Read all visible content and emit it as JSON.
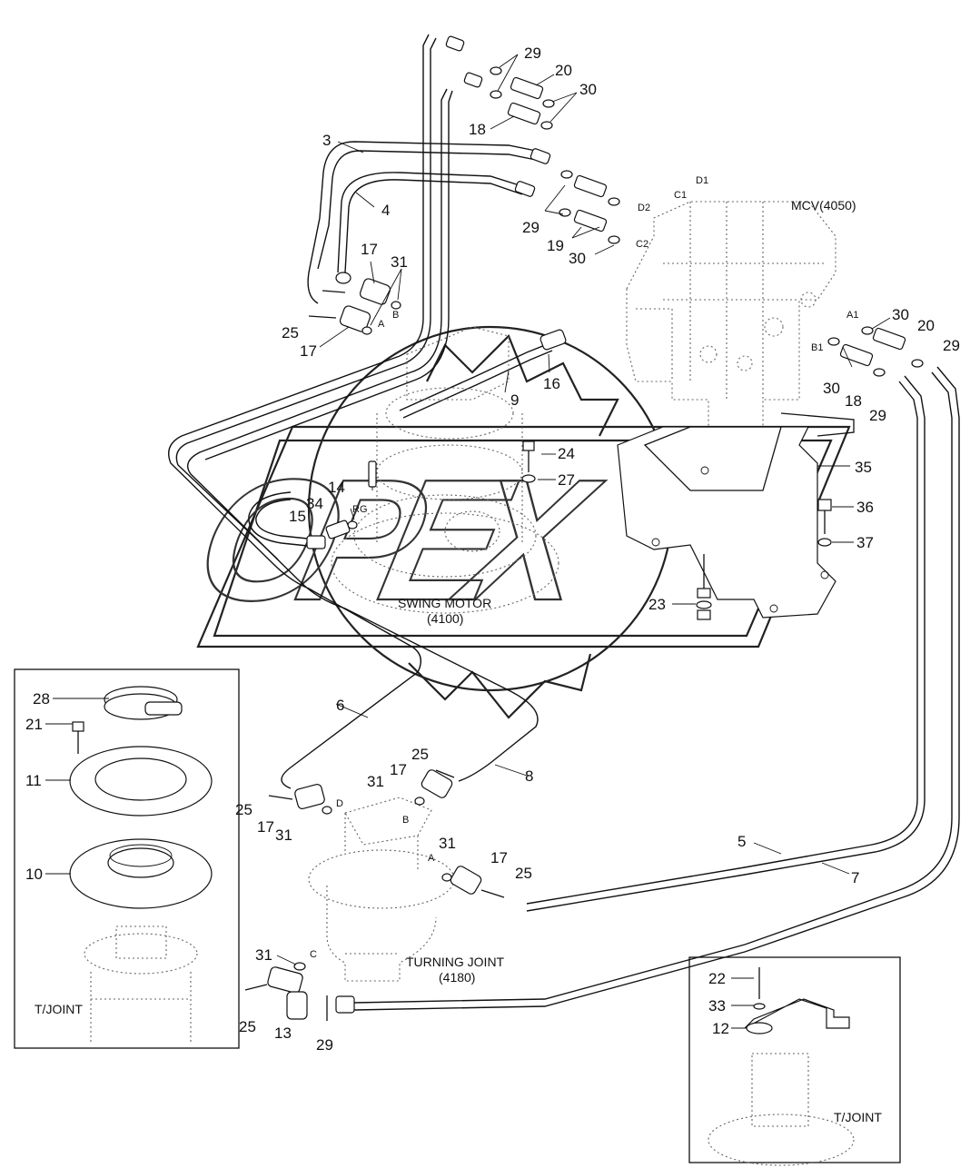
{
  "callouts": [
    {
      "id": "c29a",
      "text": "29"
    },
    {
      "id": "c20a",
      "text": "20"
    },
    {
      "id": "c30a",
      "text": "30"
    },
    {
      "id": "c18a",
      "text": "18"
    },
    {
      "id": "c3",
      "text": "3"
    },
    {
      "id": "c4",
      "text": "4"
    },
    {
      "id": "c29b",
      "text": "29"
    },
    {
      "id": "c19",
      "text": "19"
    },
    {
      "id": "c30b",
      "text": "30"
    },
    {
      "id": "c17a",
      "text": "17"
    },
    {
      "id": "c31a",
      "text": "31"
    },
    {
      "id": "c25a",
      "text": "25"
    },
    {
      "id": "c17b",
      "text": "17"
    },
    {
      "id": "c16",
      "text": "16"
    },
    {
      "id": "c9",
      "text": "9"
    },
    {
      "id": "c30c",
      "text": "30"
    },
    {
      "id": "c20b",
      "text": "20"
    },
    {
      "id": "c29c",
      "text": "29"
    },
    {
      "id": "c30d",
      "text": "30"
    },
    {
      "id": "c18b",
      "text": "18"
    },
    {
      "id": "c29d",
      "text": "29"
    },
    {
      "id": "c24",
      "text": "24"
    },
    {
      "id": "c27",
      "text": "27"
    },
    {
      "id": "c35",
      "text": "35"
    },
    {
      "id": "c14",
      "text": "14"
    },
    {
      "id": "c34",
      "text": "34"
    },
    {
      "id": "c15",
      "text": "15"
    },
    {
      "id": "c36",
      "text": "36"
    },
    {
      "id": "c37",
      "text": "37"
    },
    {
      "id": "c23",
      "text": "23"
    },
    {
      "id": "c28",
      "text": "28"
    },
    {
      "id": "c21a",
      "text": "21"
    },
    {
      "id": "c11",
      "text": "11"
    },
    {
      "id": "c10",
      "text": "10"
    },
    {
      "id": "c6",
      "text": "6"
    },
    {
      "id": "c25b",
      "text": "25"
    },
    {
      "id": "c17c",
      "text": "17"
    },
    {
      "id": "c31b",
      "text": "31"
    },
    {
      "id": "c8",
      "text": "8"
    },
    {
      "id": "c25c",
      "text": "25"
    },
    {
      "id": "c17d",
      "text": "17"
    },
    {
      "id": "c31c",
      "text": "31"
    },
    {
      "id": "c31d",
      "text": "31"
    },
    {
      "id": "c17e",
      "text": "17"
    },
    {
      "id": "c25d",
      "text": "25"
    },
    {
      "id": "c5",
      "text": "5"
    },
    {
      "id": "c7",
      "text": "7"
    },
    {
      "id": "c31e",
      "text": "31"
    },
    {
      "id": "c25e",
      "text": "25"
    },
    {
      "id": "c13",
      "text": "13"
    },
    {
      "id": "c29e",
      "text": "29"
    },
    {
      "id": "c22",
      "text": "22"
    },
    {
      "id": "c33",
      "text": "33"
    },
    {
      "id": "c12",
      "text": "12"
    }
  ],
  "port_labels": [
    {
      "id": "pD1",
      "text": "D1"
    },
    {
      "id": "pC1",
      "text": "C1"
    },
    {
      "id": "pD2",
      "text": "D2"
    },
    {
      "id": "pC2",
      "text": "C2"
    },
    {
      "id": "pA1",
      "text": "A1"
    },
    {
      "id": "pB1",
      "text": "B1"
    },
    {
      "id": "pA",
      "text": "A"
    },
    {
      "id": "pB",
      "text": "B"
    },
    {
      "id": "pRG",
      "text": "RG"
    },
    {
      "id": "pD",
      "text": "D"
    },
    {
      "id": "pB2",
      "text": "B"
    },
    {
      "id": "pA2",
      "text": "A"
    },
    {
      "id": "pC",
      "text": "C"
    }
  ],
  "captions": {
    "mcv": "MCV(4050)",
    "swing_motor": "SWING MOTOR",
    "swing_motor_code": "(4100)",
    "turning_joint": "TURNING JOINT",
    "turning_joint_code": "(4180)",
    "tjoint_left": "T/JOINT",
    "tjoint_right": "T/JOINT"
  },
  "watermark": {
    "text": "OPEX"
  }
}
